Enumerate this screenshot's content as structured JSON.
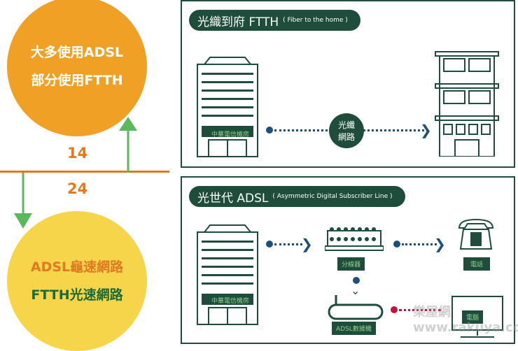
{
  "left": {
    "top_circle": [
      "大多使用ADSL",
      "部分使用FTTH"
    ],
    "bottom_circle": [
      "ADSL龜速網路",
      "FTTH光速網路"
    ],
    "year_up": "14",
    "year_down": "24"
  },
  "ftth": {
    "title": "光織到府 FTTH",
    "subtitle": "( Fiber to the home )",
    "building_label": "中華電信機房",
    "fiber_label": "光纖網路"
  },
  "adsl": {
    "title": "光世代 ADSL",
    "subtitle": "( Asymmetric Digital Subscriber Line )",
    "building_label": "中華電信機房",
    "splitter_label": "分線器",
    "phone_label": "電話",
    "modem_label": "ADSL數據機",
    "computer_label": "電腦"
  },
  "watermark": "樂屋網 www.rakuya.com.tw",
  "colors": {
    "orange": "#f0a024",
    "yellow": "#f7d54a",
    "green": "#1e4d3c",
    "arrow": "#5cb85c",
    "line": "#e07a22",
    "dot": "#1d4f7c"
  }
}
